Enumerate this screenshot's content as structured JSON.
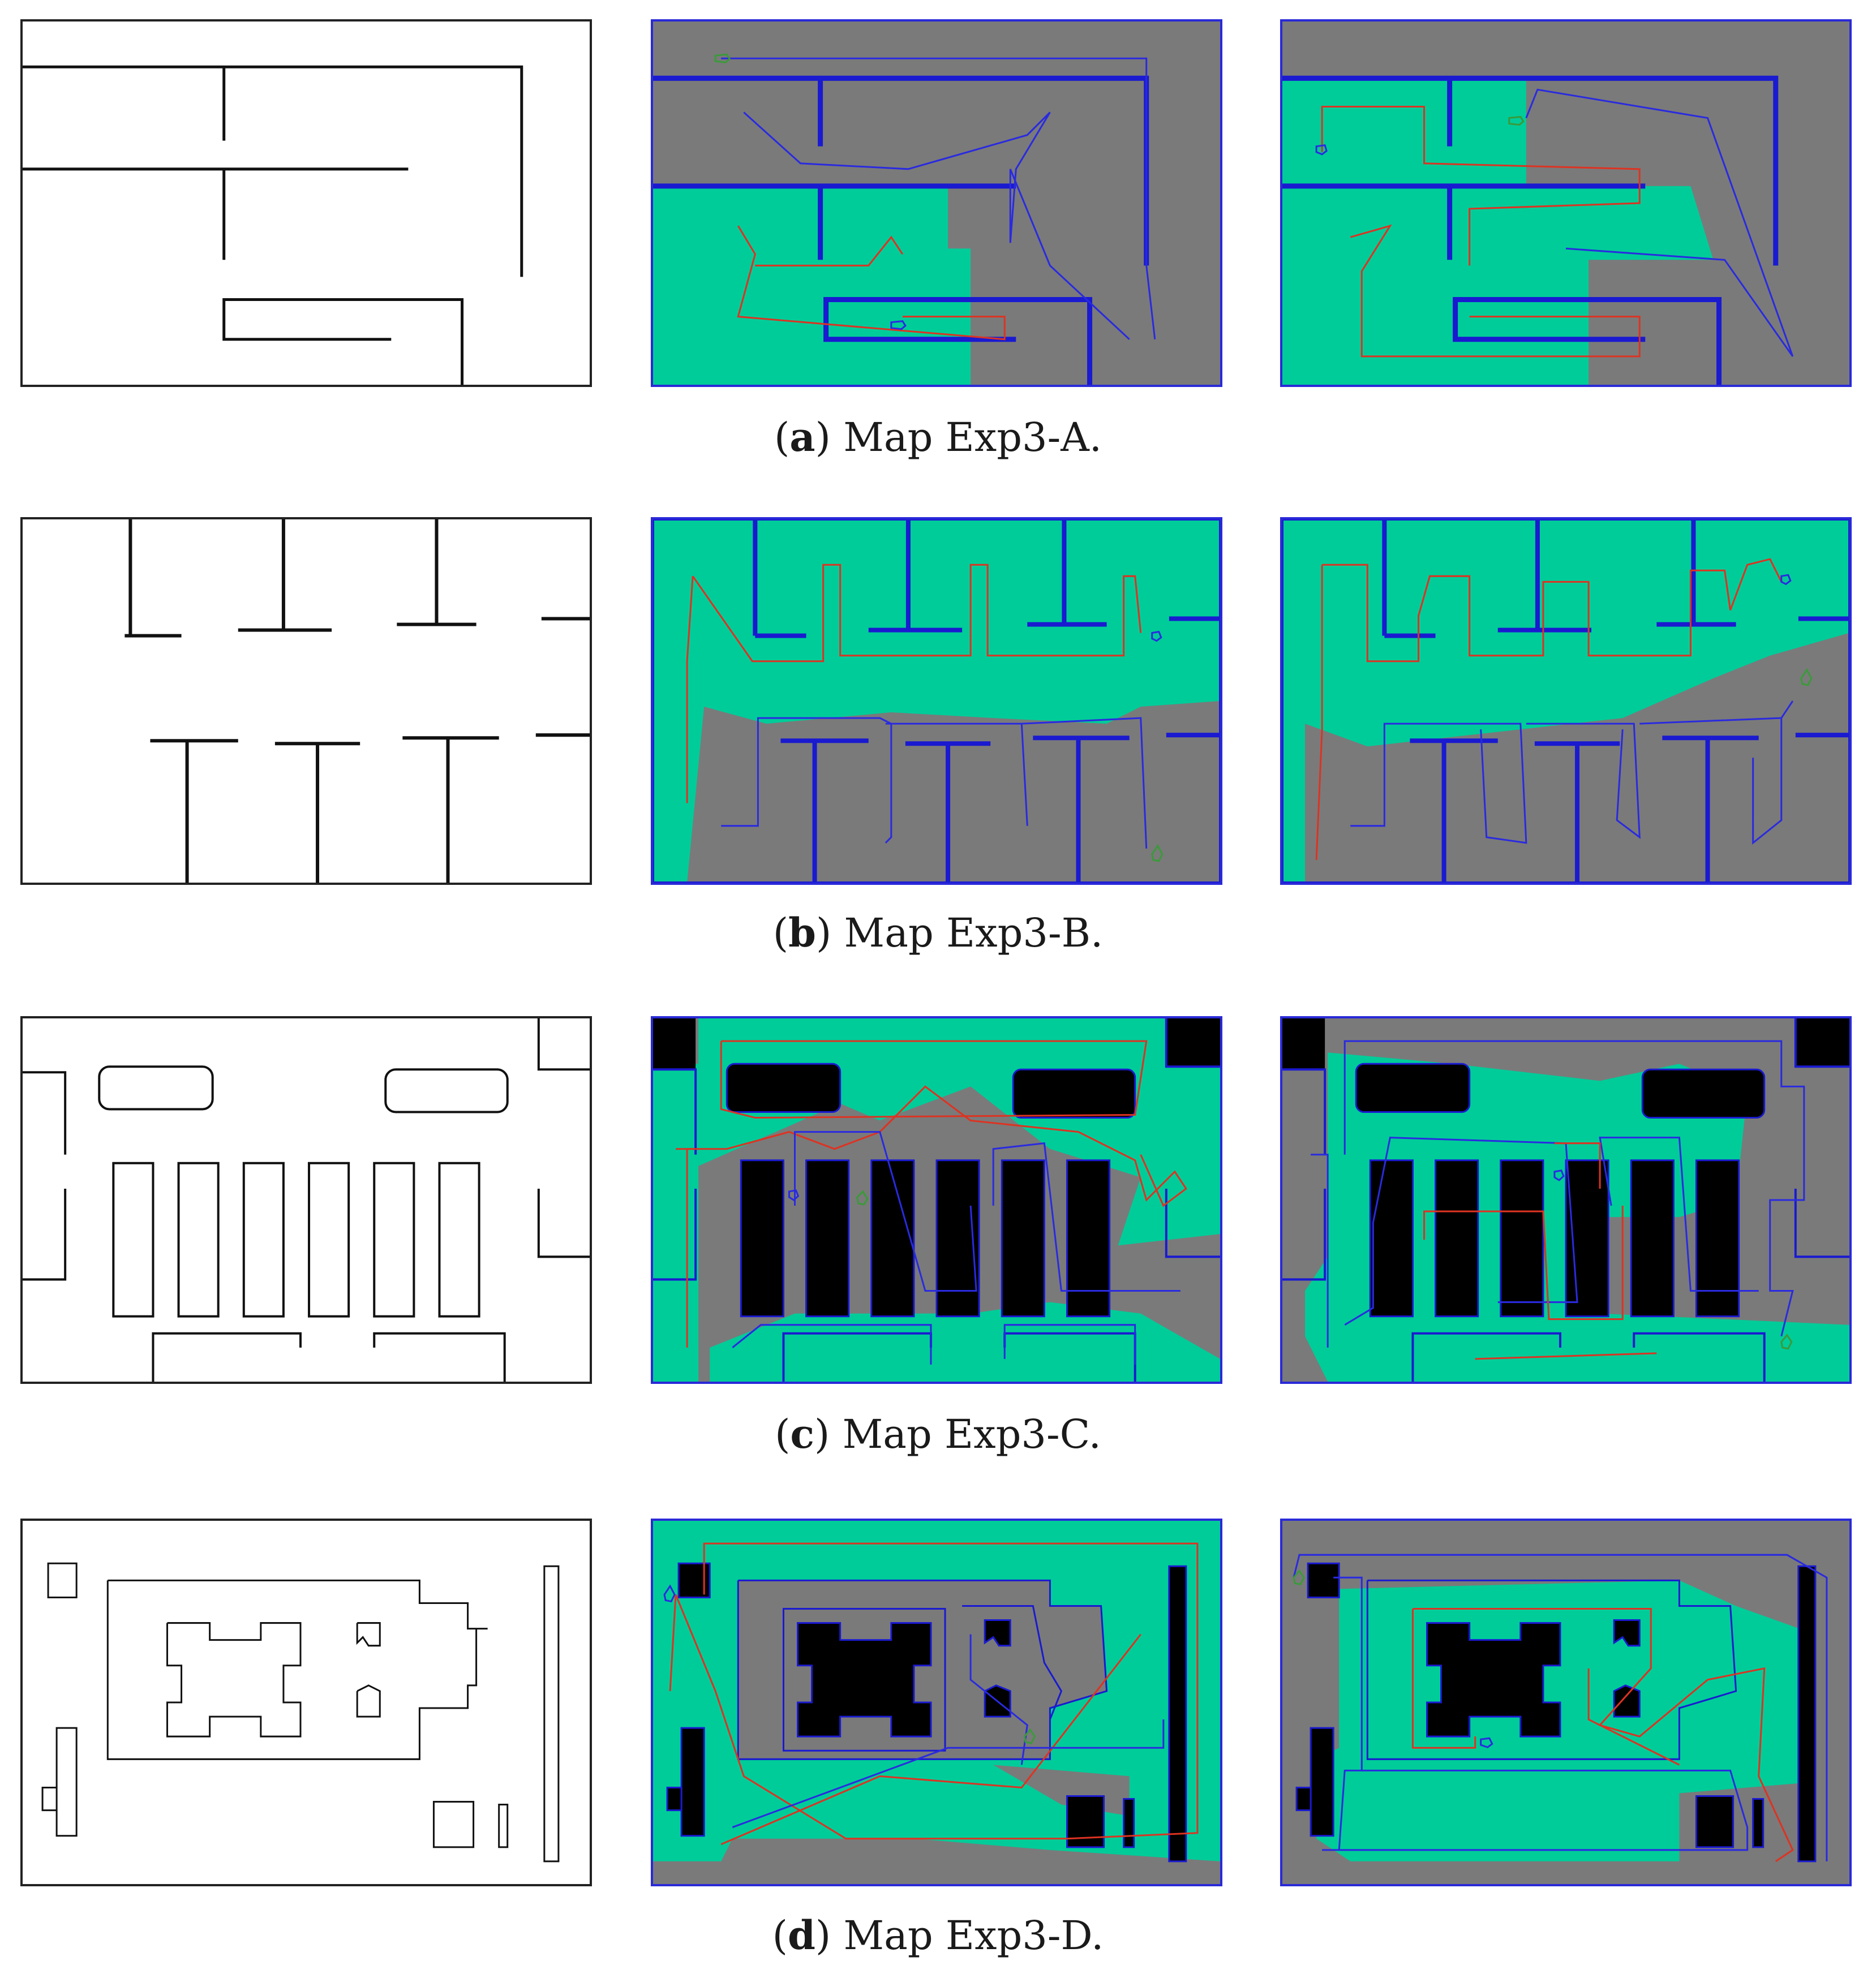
{
  "colors": {
    "explored": "#00cc99",
    "unexplored": "#7a7a7a",
    "obstacle": "#000000",
    "wall": "#1a1ad0",
    "path_robot1": "#dd3322",
    "path_robot2": "#2a2ae0",
    "robot_marker_green": "#3a9a3a",
    "robot_marker_blue": "#2a2ae0"
  },
  "rows": [
    {
      "id": "a",
      "letter": "a",
      "caption": "Map Exp3-A."
    },
    {
      "id": "b",
      "letter": "b",
      "caption": "Map Exp3-B."
    },
    {
      "id": "c",
      "letter": "c",
      "caption": "Map Exp3-C."
    },
    {
      "id": "d",
      "letter": "d",
      "caption": "Map Exp3-D."
    }
  ]
}
